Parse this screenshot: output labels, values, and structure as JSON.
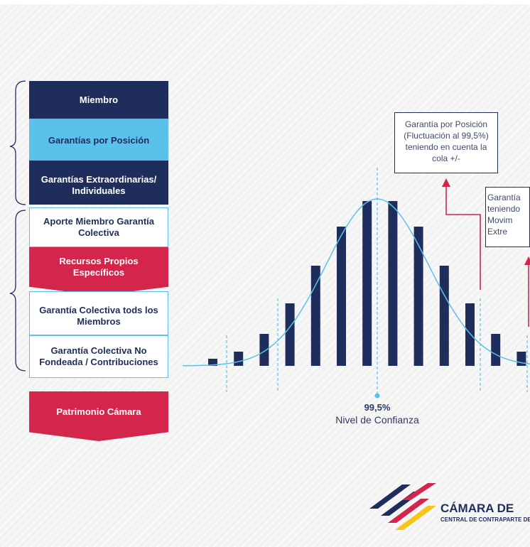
{
  "layers": [
    {
      "label": "Miembro"
    },
    {
      "label": "Garantías por Posición"
    },
    {
      "label": "Garantías Extraordinarias/ Individuales"
    },
    {
      "label": "Aporte Miembro Garantía Colectiva"
    },
    {
      "label": "Recursos Propios Específicos"
    },
    {
      "label": "Garantía Colectiva tods los Miembros"
    },
    {
      "label": "Garantía Colectiva No Fondeada / Contribuciones"
    },
    {
      "label": "Patrimonio Cámara"
    }
  ],
  "callouts": {
    "position": "Garantía por Posición (Fluctuación al 99,5%) teniendo en cuenta la cola +/-",
    "extraordinary": "Garantía teniendo Movim Extre"
  },
  "confidence": {
    "value": "99,5%",
    "label": "Nivel de Confianza"
  },
  "brand": {
    "name": "CÁMARA DE",
    "subtitle": "CENTRAL DE CONTRAPARTE DE"
  },
  "colors": {
    "navy": "#1f2d5c",
    "sky": "#5cc1ea",
    "red": "#d4254c"
  },
  "chart_data": {
    "type": "bar",
    "values": [
      1,
      2,
      4.5,
      8.8,
      14.1,
      19.6,
      23.2,
      23.2,
      19.6,
      14.1,
      8.8,
      4.5,
      2
    ]
  }
}
